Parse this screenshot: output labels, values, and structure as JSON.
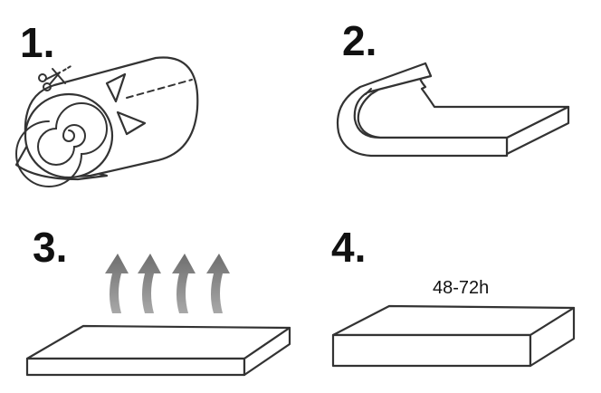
{
  "steps": [
    {
      "number": "1.",
      "illustration": "rolled-mattress-with-scissors-icon"
    },
    {
      "number": "2.",
      "illustration": "unrolling-mattress-icon"
    },
    {
      "number": "3.",
      "illustration": "airing-mattress-icon"
    },
    {
      "number": "4.",
      "illustration": "expanded-mattress-icon"
    }
  ],
  "step4": {
    "duration": "48-72h"
  },
  "colors": {
    "line": "#333333",
    "text": "#111111",
    "arrow": "#777777",
    "background": "#ffffff"
  }
}
